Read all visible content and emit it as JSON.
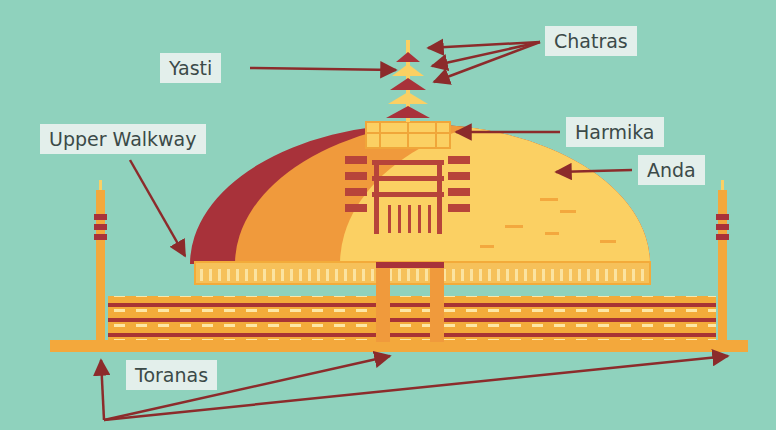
{
  "diagram": {
    "labels": [
      "Chatras",
      "Yasti",
      "Harmika",
      "Upper Walkway",
      "Anda",
      "Toranas"
    ]
  }
}
